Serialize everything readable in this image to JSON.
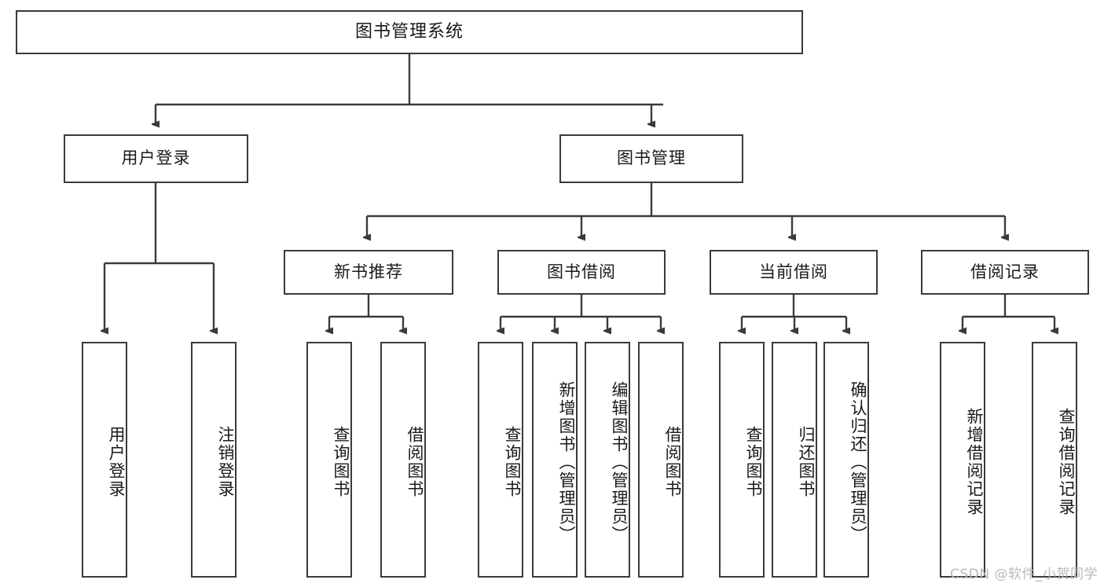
{
  "diagram": {
    "title": "图书管理系统",
    "type": "tree-hierarchy",
    "root": {
      "label": "图书管理系统"
    },
    "level2": [
      {
        "label": "用户登录"
      },
      {
        "label": "图书管理"
      }
    ],
    "level3": [
      {
        "label": "新书推荐"
      },
      {
        "label": "图书借阅"
      },
      {
        "label": "当前借阅"
      },
      {
        "label": "借阅记录"
      }
    ],
    "leaves": {
      "user_login": [
        {
          "label": "用户登录"
        },
        {
          "label": "注销登录"
        }
      ],
      "new_book_recommend": [
        {
          "label": "查询图书"
        },
        {
          "label": "借阅图书"
        }
      ],
      "book_borrow": [
        {
          "label": "查询图书"
        },
        {
          "label": "新增图书（管理员）"
        },
        {
          "label": "编辑图书（管理员）"
        },
        {
          "label": "借阅图书"
        }
      ],
      "current_borrow": [
        {
          "label": "查询图书"
        },
        {
          "label": "归还图书"
        },
        {
          "label": "确认归还（管理员）"
        }
      ],
      "borrow_record": [
        {
          "label": "新增借阅记录"
        },
        {
          "label": "查询借阅记录"
        }
      ]
    }
  },
  "watermark": {
    "text": "CSDN @软件_小贺同学"
  },
  "colors": {
    "stroke": "#3a3a3a",
    "text": "#1a1a1a",
    "background": "#ffffff",
    "watermark": "#b9b9b9"
  }
}
